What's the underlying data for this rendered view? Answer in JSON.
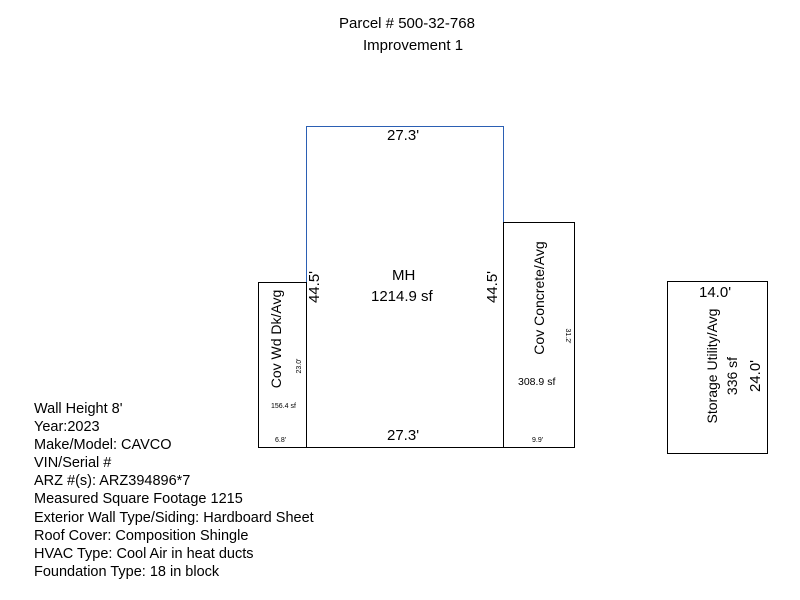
{
  "header": {
    "parcel": "Parcel # 500-32-768",
    "improvement": "Improvement 1"
  },
  "mh": {
    "label": "MH",
    "area": "1214.9 sf",
    "top_dim": "27.3'",
    "bottom_dim": "27.3'",
    "left_dim": "44.5'",
    "right_dim": "44.5'"
  },
  "deck": {
    "label": "Cov Wd Dk/Avg",
    "side_dim": "23.0'",
    "area": "156.4 sf",
    "bottom_dim": "6.8'"
  },
  "concrete": {
    "label": "Cov Concrete/Avg",
    "side_dim": "31.2'",
    "area": "308.9 sf",
    "bottom_dim": "9.9'"
  },
  "storage": {
    "label": "Storage Utility/Avg",
    "area": "336 sf",
    "top_dim": "14.0'",
    "side_dim": "24.0'"
  },
  "info": [
    "Wall Height 8'",
    "Year:2023",
    "Make/Model: CAVCO",
    "VIN/Serial #",
    "ARZ #(s): ARZ394896*7",
    "Measured Square Footage 1215",
    "Exterior Wall Type/Siding: Hardboard Sheet",
    "Roof Cover: Composition Shingle",
    "HVAC Type: Cool Air in heat ducts",
    "Foundation Type: 18 in block"
  ]
}
